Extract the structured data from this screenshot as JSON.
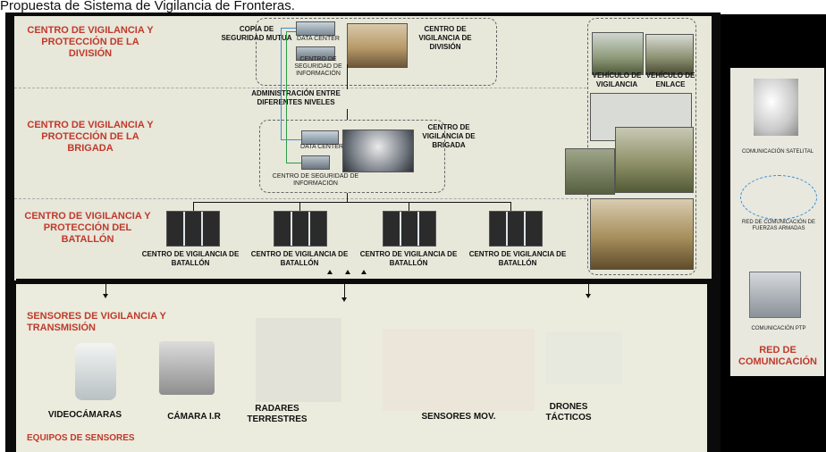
{
  "title": "Propuesta de Sistema de Vigilancia de Fronteras.",
  "levels": {
    "division": "CENTRO DE VIGILANCIA Y PROTECCIÓN DE LA DIVISIÓN",
    "brigada": "CENTRO DE VIGILANCIA Y PROTECCIÓN DE LA BRIGADA",
    "batallon": "CENTRO DE VIGILANCIA Y PROTECCIÓN DEL BATALLÓN"
  },
  "division": {
    "copia": "COPIA DE SEGURIDAD MUTUA",
    "data_center": "DATA CENTER",
    "centro_seg": "CENTRO DE SEGURIDAD DE INFORMACIÓN",
    "centro_vig": "CENTRO DE VIGILANCIA DE DIVISIÓN"
  },
  "admin": "ADMINISTRACIÓN ENTRE DIFERENTES NIVELES",
  "brigada": {
    "data_center": "DATA CENTER",
    "centro_seg": "CENTRO DE SEGURIDAD DE INFORMACIÓN",
    "centro_vig": "CENTRO DE VIGILANCIA DE BRIGADA"
  },
  "batallon_label": "CENTRO DE VIGILANCIA DE BATALLÓN",
  "vehicles": {
    "vigilancia": "VEHÍCULO DE VIGILANCIA",
    "enlace": "VEHÍCULO DE ENLACE"
  },
  "sensors": {
    "heading": "SENSORES DE VIGILANCIA Y TRANSMISIÓN",
    "videocamaras": "VIDEOCÁMARAS",
    "camara_ir": "CÁMARA I.R",
    "radares": "RADARES TERRESTRES",
    "mov": "SENSORES MOV.",
    "drones": "DRONES TÁCTICOS",
    "equipos": "EQUIPOS DE SENSORES"
  },
  "comms": {
    "satelital": "COMUNICACIÓN SATELITAL",
    "red_ff": "RED DE COMUNICACIÓN DE FUERZAS ARMADAS",
    "ptp": "COMUNICACIÓN PTP",
    "red": "RED DE COMUNICACIÓN"
  },
  "colors": {
    "level_red": "#c0392b",
    "panel": "#e7e7da",
    "frame": "#0b0b0b",
    "link_blue": "#3b8fd6",
    "link_green": "#2e9a4a"
  }
}
